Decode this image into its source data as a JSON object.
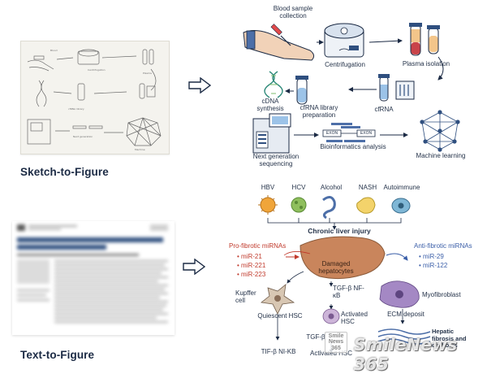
{
  "sections": {
    "sketch_label": "Sketch-to-Figure",
    "text_label": "Text-to-Figure"
  },
  "top_figure": {
    "blood_sample_collection": "Blood sample collection",
    "centrifugation": "Centrifugation",
    "plasma_isolation": "Plasma isolation",
    "cdna_synthesis": "cDNA synthesis",
    "cfrna_library_preparation": "cfRNA library preparation",
    "cfrna": "cfRNA",
    "next_generation_sequencing": "Next generation sequencing",
    "bioinformatics_analysis": "Bioinformatics analysis",
    "exon_label": "EXON",
    "machine_learning": "Machine learning"
  },
  "bottom_figure": {
    "causes": [
      "HBV",
      "HCV",
      "Alcohol",
      "NASH",
      "Autoimmune"
    ],
    "chronic_liver_injury": "Chronic liver injury",
    "pro_fibrotic_title": "Pro-fibrotic miRNAs",
    "pro_fibrotic_items": [
      "miR-21",
      "miR-221",
      "miR-223"
    ],
    "anti_fibrotic_title": "Anti-fibrotic miRNAs",
    "anti_fibrotic_items": [
      "miR-29",
      "miR-122"
    ],
    "damaged_hepatocytes": "Damaged hepatocytes",
    "tgf_nf": "TGF-β NF-κB",
    "kupffer_cell": "Kupffer cell",
    "quiescent_hsc": "Quiescent HSC",
    "activated_hsc": "Activated HSC",
    "myofibroblast": "Myofibroblast",
    "ecm_deposit": "ECM deposit",
    "tgf_beta": "TGF-β",
    "hepatic_fibrosis": "Hepatic fibrosis and cirrhosis",
    "tif_nkb": "TIF-β NI-KB",
    "activated_hsc_bottom": "Activated HSC"
  },
  "watermark": {
    "text": "SmileNews 365",
    "badge": [
      "Smile",
      "News",
      "365"
    ]
  },
  "colors": {
    "pro": "#c0392b",
    "anti": "#3a5ea8",
    "liver": "#c9855c",
    "navy": "#1b2a44"
  }
}
